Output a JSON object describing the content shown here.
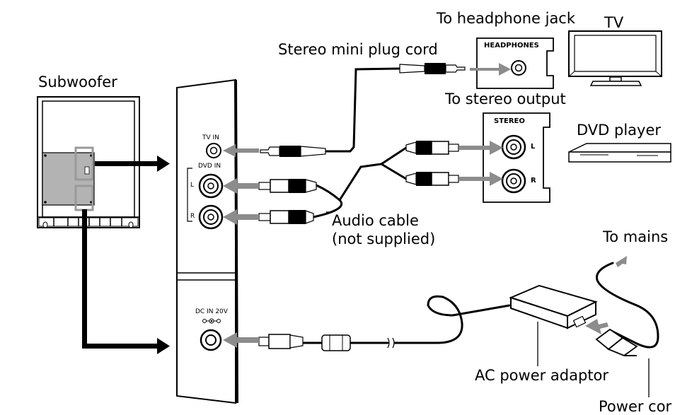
{
  "labels": {
    "subwoofer": "Subwoofer",
    "headphone_jack": "To headphone jack",
    "tv": "TV",
    "stereo_mini_plug_cord": "Stereo mini plug cord",
    "headphones_port": "HEADPHONES",
    "stereo_output": "To stereo output",
    "stereo_port": "STEREO",
    "dvd_player": "DVD player",
    "port_l": "L",
    "port_r": "R",
    "tv_in": "TV IN",
    "dvd_in": "DVD IN",
    "dvd_in_l": "L",
    "dvd_in_r": "R",
    "audio_cable": "Audio cable",
    "not_supplied": "(not supplied)",
    "to_mains": "To mains",
    "dc_in": "DC IN 20V",
    "ac_power_adaptor": "AC power adaptor",
    "power_cord": "Power cor"
  },
  "colors": {
    "line": "#000000",
    "arrow_gray": "#8c8c8c",
    "panel_gray": "#b3b3b3",
    "highlight_box": "#9a9a9a"
  }
}
